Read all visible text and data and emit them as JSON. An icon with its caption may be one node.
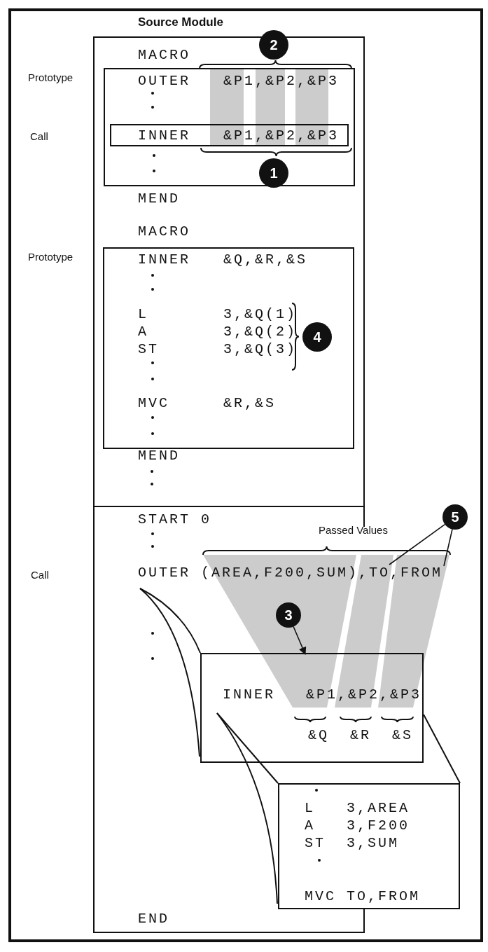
{
  "diagram": {
    "nodes": [
      {
        "text": [
          "Source Module",
          "MACRO",
          "MEND",
          "MACRO",
          "MEND",
          "START 0",
          "OUTER (AREA,F200,SUM),TO,FROM",
          "END"
        ]
      },
      {
        "text": [
          "2"
        ]
      },
      {
        "text": [
          "OUTER &P1,&P2,&P3"
        ],
        "in": 0
      },
      {
        "text": [
          "INNER &P1,&P2,&P3"
        ],
        "in": 2
      },
      {
        "text": [
          "1"
        ],
        "in": 2
      },
      {
        "text": [
          "INNER &Q,&R,&S",
          "L 3,&Q(1) A 3,&Q(2) ST 3,&Q(3)",
          "MVC &R,&S"
        ],
        "in": 0
      },
      {
        "text": [
          "4"
        ],
        "in": 5
      },
      {
        "text": [
          "5"
        ]
      },
      {
        "text": [
          "3"
        ],
        "in": 0
      },
      {
        "text": [
          "INNER &P1,&P2,&P3",
          "&Q",
          "&R",
          "&S"
        ]
      },
      {
        "text": [
          "L 3,AREA A 3,F200 ST 3,SUM",
          "MVC TO,FROM"
        ]
      }
    ],
    "edges": [
      {
        "from": 7,
        "to": 0,
        "arrow": "none"
      },
      {
        "from": 7,
        "to": 0,
        "arrow": "none"
      },
      {
        "from": 8,
        "to": 9,
        "arrow": "to"
      }
    ],
    "labels": [
      "Prototype",
      "Call",
      "Prototype",
      "Passed Values",
      "Call"
    ]
  }
}
